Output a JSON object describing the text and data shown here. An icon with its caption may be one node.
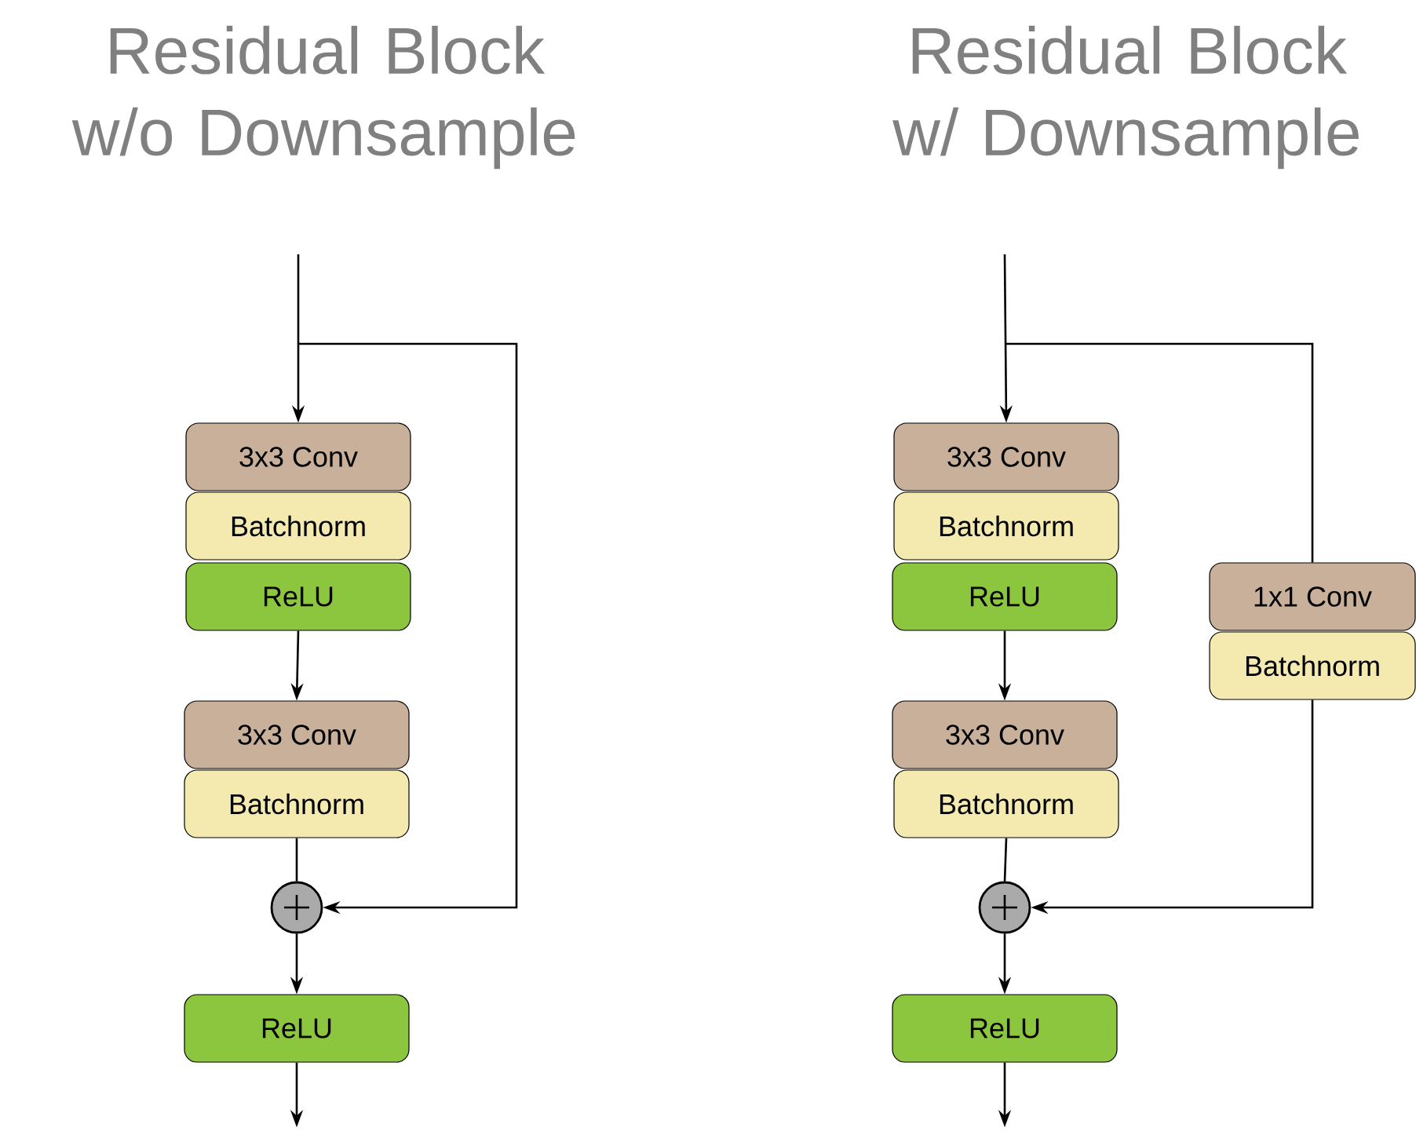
{
  "diagram": {
    "nodes": [
      {
        "text": [
          "3x3 Conv"
        ]
      },
      {
        "text": [
          "Batchnorm"
        ]
      },
      {
        "text": [
          "ReLU"
        ]
      },
      {
        "text": [
          "3x3 Conv"
        ]
      },
      {
        "text": [
          "Batchnorm"
        ]
      },
      {
        "text": [],
        "shape": "circle"
      },
      {
        "text": [
          "ReLU"
        ]
      },
      {
        "text": [
          "3x3 Conv"
        ]
      },
      {
        "text": [
          "Batchnorm"
        ]
      },
      {
        "text": [
          "ReLU"
        ]
      },
      {
        "text": [
          "3x3 Conv"
        ]
      },
      {
        "text": [
          "Batchnorm"
        ]
      },
      {
        "text": [],
        "shape": "circle"
      },
      {
        "text": [
          "ReLU"
        ]
      },
      {
        "text": [
          "1x1 Conv"
        ]
      },
      {
        "text": [
          "Batchnorm"
        ]
      }
    ],
    "edges": [
      {
        "from": null,
        "to": 0,
        "arrow": "to"
      },
      {
        "from": null,
        "to": 5,
        "arrow": "to"
      },
      {
        "from": 2,
        "to": 3,
        "arrow": "to"
      },
      {
        "from": 4,
        "to": 5,
        "arrow": "none"
      },
      {
        "from": 5,
        "to": 6,
        "arrow": "to"
      },
      {
        "from": 6,
        "to": null,
        "arrow": "to"
      },
      {
        "from": null,
        "to": 7,
        "arrow": "to"
      },
      {
        "from": null,
        "to": 14,
        "arrow": "none"
      },
      {
        "from": 9,
        "to": 10,
        "arrow": "to"
      },
      {
        "from": 11,
        "to": 12,
        "arrow": "none"
      },
      {
        "from": 15,
        "to": 12,
        "arrow": "to"
      },
      {
        "from": 12,
        "to": 13,
        "arrow": "to"
      },
      {
        "from": 13,
        "to": null,
        "arrow": "to"
      }
    ],
    "labels": [
      "Residual Block w/o Downsample",
      "Residual Block w/ Downsample"
    ]
  }
}
